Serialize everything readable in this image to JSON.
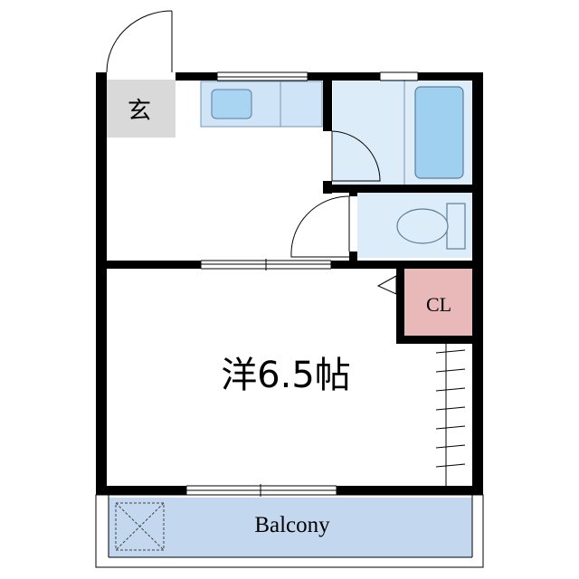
{
  "labels": {
    "genkan": "玄",
    "closet": "CL",
    "main_room": "洋6.5帖",
    "balcony": "Balcony"
  },
  "colors": {
    "wall": "#000000",
    "genkan_floor": "#d9d9d9",
    "kitchen": "#cfe4f7",
    "kitchen_sink": "#a9d4f2",
    "bath_room": "#dcecf8",
    "bathtub": "#9fd0ef",
    "toilet_room": "#dcecf8",
    "closet": "#e9b8b8",
    "balcony": "#c3d7ee"
  },
  "icons": {
    "entrance_door": "door-swing-icon",
    "bath_door": "door-swing-icon",
    "toilet_door": "door-swing-icon",
    "aircon_vent": "triangle-icon",
    "balcony_drain": "x-box-icon"
  }
}
